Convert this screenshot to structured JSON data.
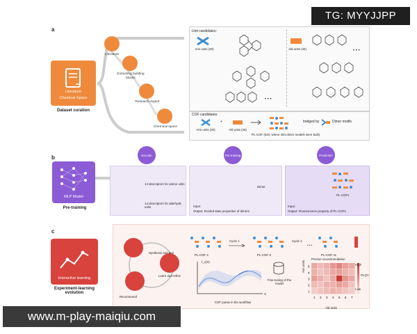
{
  "watermark_top": "TG: MYYJJPP",
  "watermark_bottom": "www.m-play-maiqiu.com",
  "panel_a": {
    "letter": "a",
    "card_label1": "Literature",
    "card_label2": "Chemical Space",
    "card_caption": "Dataset curation",
    "steps": [
      "Literature",
      "Extracting building blocks",
      "Research expert",
      "Chemical space"
    ],
    "unit_candidates_title": "Unit candidates:",
    "ami_units": "Ami units (20)",
    "ald_units": "Ald units (26)",
    "cof_candidates_title": "COF candidates:",
    "cof_ami": "Ami units (20)",
    "cof_ald": "Ald units (26)",
    "cof_result": "PL-COF (520, where 494 dimer models were built)",
    "bridged_by": "bridged by",
    "dimer_motifs": "Dimer motifs"
  },
  "panel_b": {
    "letter": "b",
    "card_label": "MLP Model",
    "card_caption": "Pre-training",
    "stage1_title": "Encode",
    "stage2_title": "Pre-training",
    "stage3_title": "Prediction",
    "amine_desc": "14 descriptors for amine units",
    "aldehyde_desc": "14 descriptors for aldehyde units",
    "dimer_label": "Dimer",
    "plcofs_label": "PL-COFs",
    "input_label": "Input:",
    "output2": "Output: Excited state properties of dimers",
    "output3": "Output: Fluorescence property of PL-COFs"
  },
  "panel_c": {
    "letter": "c",
    "card_label": "Interactive learning",
    "card_caption": "Experiment-learning evolution",
    "cycle_nodes": [
      "Synthesis and test",
      "Learn and refine",
      "Recommend"
    ],
    "cof1": "PL-COF-1",
    "cof2": "PL-COF-2",
    "cof11": "PL-COF-11",
    "cycle1": "Cycle 1",
    "cycle2": "Cycle 2",
    "ellipsis": "• • •",
    "fx_label": "f_x(X)",
    "x_label": "X",
    "points_caption": "COF points in the workflow",
    "finetune": "Fine-tuning of the model",
    "heatmap_title": "Precise recommendation",
    "heatmap_ylabel": "Ami units",
    "heatmap_xlabel": "Ald units",
    "heatmap_xticks": [
      "1",
      "2",
      "3",
      "4",
      "5",
      "6",
      "7"
    ],
    "heatmap_yticks": [
      "1",
      "2",
      "3",
      "4",
      "5"
    ],
    "heatmap_high": "High",
    "heatmap_low": "Low",
    "heatmap_bar_label": "PLQY",
    "heatmap_values": [
      [
        0.35,
        0.25,
        0.3,
        0.45,
        0.55,
        0.4,
        0.35
      ],
      [
        0.3,
        0.2,
        0.25,
        0.35,
        0.4,
        0.3,
        0.25
      ],
      [
        0.4,
        0.3,
        0.2,
        0.35,
        0.95,
        0.45,
        0.35
      ],
      [
        0.25,
        0.2,
        0.3,
        0.3,
        0.4,
        0.35,
        0.2
      ],
      [
        0.15,
        0.2,
        0.25,
        0.3,
        0.25,
        0.2,
        0.15
      ]
    ],
    "colors": {
      "low": "#fbe7e3",
      "high": "#c9332d"
    }
  }
}
